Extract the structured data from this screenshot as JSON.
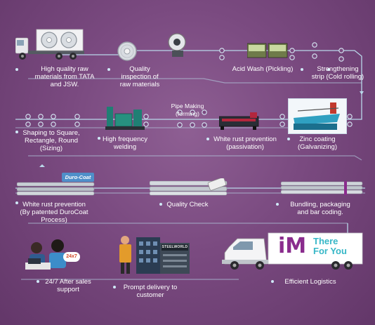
{
  "colors": {
    "background": "#7a4a80",
    "flow_line": "#b9d8ea",
    "accent_teal": "#2aa5b7",
    "brand_purple": "#8a2c8d",
    "brand_teal": "#36b7c7"
  },
  "steps": [
    {
      "id": "raw",
      "label": "High quality raw\nmaterials from TATA\nand JSW."
    },
    {
      "id": "inspect",
      "label": "Quality\ninspection of\nraw materials"
    },
    {
      "id": "acid",
      "label": "Acid Wash (Pickling)"
    },
    {
      "id": "strength",
      "label": "Strengthening\nstrip (Cold rolling)"
    },
    {
      "id": "shaping",
      "label": "Shaping to Square,\nRectangle, Round\n(Sizing)"
    },
    {
      "id": "hfw",
      "label": "High frequency\nwelding"
    },
    {
      "id": "pipe",
      "label": "Pipe Making\n(forming)"
    },
    {
      "id": "white1",
      "label": "White rust prevention\n(passivation)"
    },
    {
      "id": "zinc",
      "label": "Zinc coating\n(Galvanizing)"
    },
    {
      "id": "white2",
      "label": "White rust prevention\n(By patented DuroCoat\nProcess)"
    },
    {
      "id": "quality",
      "label": "Quality Check"
    },
    {
      "id": "bundle",
      "label": "Bundling, packaging\nand bar coding."
    },
    {
      "id": "logistics",
      "label": "Efficient Logistics"
    },
    {
      "id": "delivery",
      "label": "Prompt delivery to\ncustomer"
    },
    {
      "id": "support",
      "label": "24/7 After sales\nsupport"
    }
  ],
  "durocoat": {
    "text": "Duro-Coat"
  },
  "truck_brand": {
    "logo": "iM",
    "line1": "There",
    "line2": "For You"
  },
  "building_sign": "STEELWORLD",
  "speech_bubble": "24x7"
}
